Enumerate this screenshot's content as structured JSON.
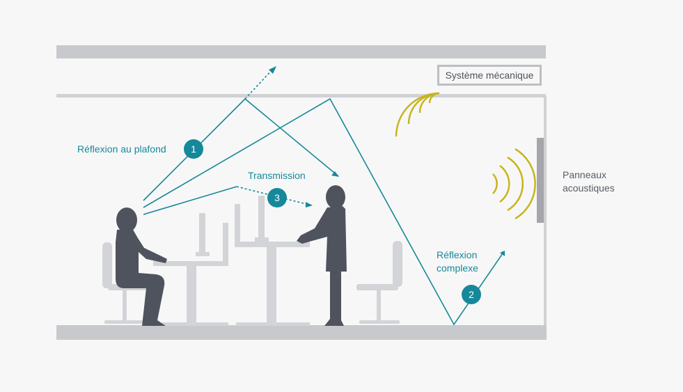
{
  "labels": {
    "mechanical_system": "Système mécanique",
    "ceiling_reflection": "Réflexion au plafond",
    "transmission": "Transmission",
    "complex_reflection_line1": "Réflexion",
    "complex_reflection_line2": "complexe",
    "acoustic_panels_line1": "Panneaux",
    "acoustic_panels_line2": "acoustiques"
  },
  "markers": {
    "ceiling_reflection": "1",
    "complex_reflection": "2",
    "transmission": "3"
  },
  "colors": {
    "sound_path": "#15889a",
    "sound_waves": "#c8b41c",
    "structure": "#c8c9cd",
    "furniture": "#d3d4d7",
    "person": "#4f535e",
    "text_gray": "#585d66"
  }
}
